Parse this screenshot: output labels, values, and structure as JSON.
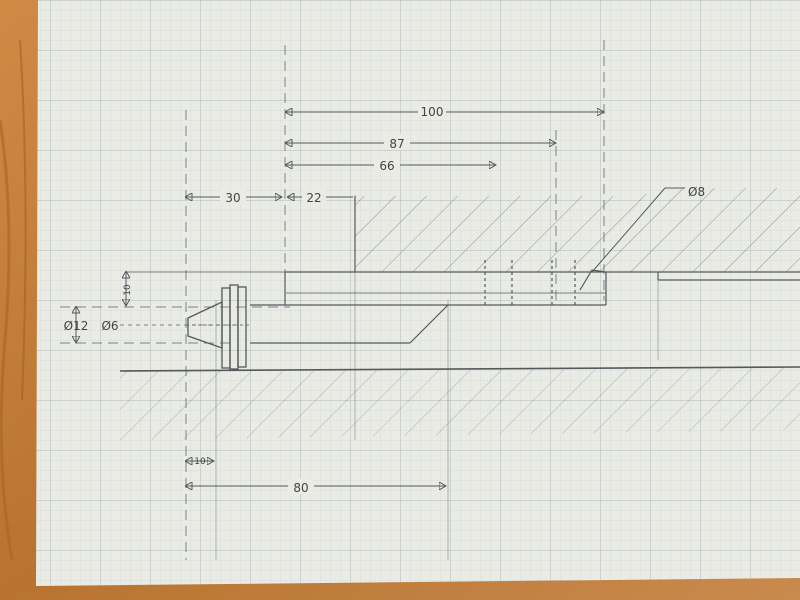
{
  "drawing": {
    "dimensions": {
      "d100": "100",
      "d87": "87",
      "d66": "66",
      "d30": "30",
      "d22": "22",
      "d10_vertical": "10",
      "d10_bottom": "10",
      "d80": "80",
      "dia12": "Ø12",
      "dia6": "Ø6",
      "dia8": "Ø8"
    },
    "colors": {
      "wood": "#c0803f",
      "paper": "#e9ebe4",
      "grid_fine": "#c9ced0",
      "grid_major": "#a9b2b6",
      "pencil": "#55595c"
    }
  }
}
